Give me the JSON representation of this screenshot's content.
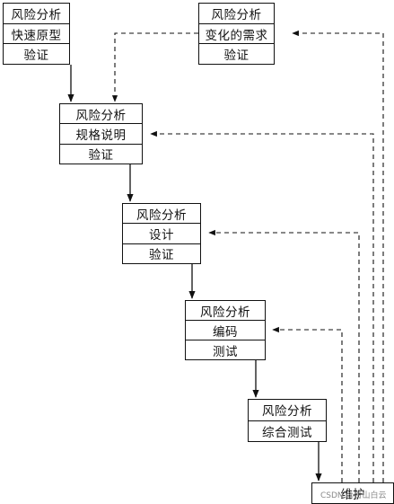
{
  "boxes": {
    "rapid_prototype": {
      "risk": "风险分析",
      "main": "快速原型",
      "verify": "验证"
    },
    "changing_requirements": {
      "risk": "风险分析",
      "main": "变化的需求",
      "verify": "验证"
    },
    "specification": {
      "risk": "风险分析",
      "main": "规格说明",
      "verify": "验证"
    },
    "design": {
      "risk": "风险分析",
      "main": "设计",
      "verify": "验证"
    },
    "coding": {
      "risk": "风险分析",
      "main": "编码",
      "verify": "测试"
    },
    "integration_test": {
      "risk": "风险分析",
      "main": "综合测试"
    },
    "maintenance": {
      "main": "维护"
    }
  },
  "watermark": "CSDN @青山白云"
}
